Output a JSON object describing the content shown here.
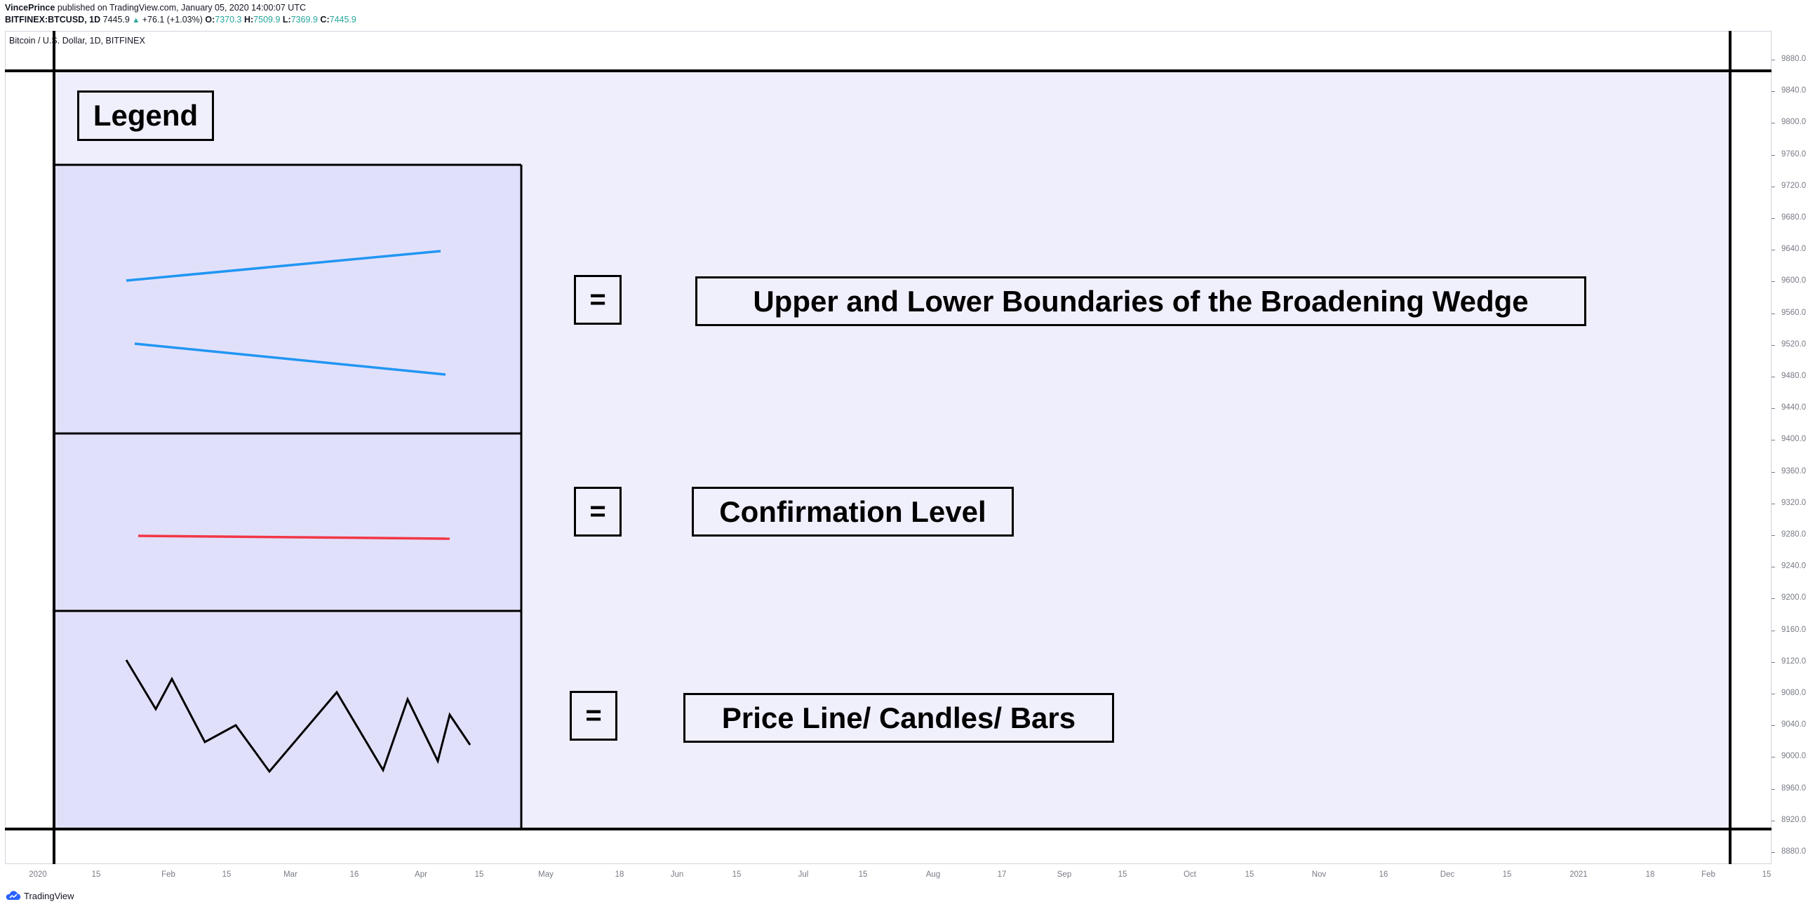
{
  "header": {
    "author": "VincePrince",
    "published_text": "published on TradingView.com, January 05, 2020 14:00:07 UTC",
    "symbol": "BITFINEX:BTCUSD, 1D",
    "last_price": "7445.9",
    "change": "+76.1 (+1.03%)",
    "open_label": "O:",
    "open": "7370.3",
    "high_label": "H:",
    "high": "7509.9",
    "low_label": "L:",
    "low": "7369.9",
    "close_label": "C:",
    "close": "7445.9"
  },
  "chart": {
    "symbol_title": "Bitcoin / U.S. Dollar, 1D, BITFINEX"
  },
  "legend": {
    "title": "Legend",
    "equals": "=",
    "items": [
      {
        "label": "Upper and Lower Boundaries of the Broadening Wedge",
        "color": "#2196f3"
      },
      {
        "label": "Confirmation Level",
        "color": "#f23645"
      },
      {
        "label": "Price Line/ Candles/ Bars",
        "color": "#000000"
      }
    ]
  },
  "price_axis": {
    "labels": [
      "9880.0",
      "9840.0",
      "9800.0",
      "9760.0",
      "9720.0",
      "9680.0",
      "9640.0",
      "9600.0",
      "9560.0",
      "9520.0",
      "9480.0",
      "9440.0",
      "9400.0",
      "9360.0",
      "9320.0",
      "9280.0",
      "9240.0",
      "9200.0",
      "9160.0",
      "9120.0",
      "9080.0",
      "9040.0",
      "9000.0",
      "8960.0",
      "8920.0",
      "8880.0"
    ]
  },
  "time_axis": {
    "labels": [
      "2020",
      "15",
      "Feb",
      "15",
      "Mar",
      "16",
      "Apr",
      "15",
      "May",
      "18",
      "Jun",
      "15",
      "Jul",
      "15",
      "Aug",
      "17",
      "Sep",
      "15",
      "Oct",
      "15",
      "Nov",
      "16",
      "Dec",
      "15",
      "2021",
      "18",
      "Feb",
      "15"
    ]
  },
  "footer": {
    "brand": "TradingView"
  },
  "colors": {
    "overlay_fill": "#efeefc",
    "legend_cell_fill": "#e1e0fb",
    "up": "#26a69a"
  }
}
